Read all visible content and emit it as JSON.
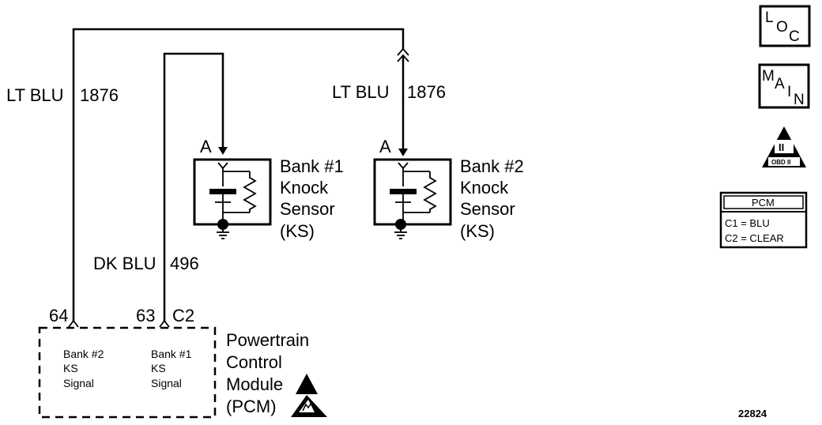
{
  "wires": {
    "left_lt_blu": {
      "color": "LT BLU",
      "circuit": "1876"
    },
    "right_lt_blu": {
      "color": "LT BLU",
      "circuit": "1876"
    },
    "dk_blu": {
      "color": "DK BLU",
      "circuit": "496"
    }
  },
  "terminals": {
    "bank1_terminal": "A",
    "bank2_terminal": "A",
    "pin_64": "64",
    "pin_63": "63",
    "connector": "C2"
  },
  "sensors": {
    "bank1": {
      "line1": "Bank #1",
      "line2": "Knock",
      "line3": "Sensor",
      "line4": "(KS)"
    },
    "bank2": {
      "line1": "Bank #2",
      "line2": "Knock",
      "line3": "Sensor",
      "line4": "(KS)"
    }
  },
  "pcm": {
    "name_line1": "Powertrain",
    "name_line2": "Control",
    "name_line3": "Module",
    "name_line4": "(PCM)",
    "signal_bank2": {
      "line1": "Bank #2",
      "line2": "KS",
      "line3": "Signal"
    },
    "signal_bank1": {
      "line1": "Bank #1",
      "line2": "KS",
      "line3": "Signal"
    }
  },
  "legend": {
    "loc": {
      "l": "L",
      "o": "O",
      "c": "C"
    },
    "main": {
      "m": "M",
      "a": "A",
      "i": "I",
      "n": "N"
    },
    "obd": {
      "numeral": "II",
      "label": "OBD II"
    },
    "pcm_table": {
      "title": "PCM",
      "row1": "C1 = BLU",
      "row2": "C2 = CLEAR"
    }
  },
  "figure_number": "22824"
}
